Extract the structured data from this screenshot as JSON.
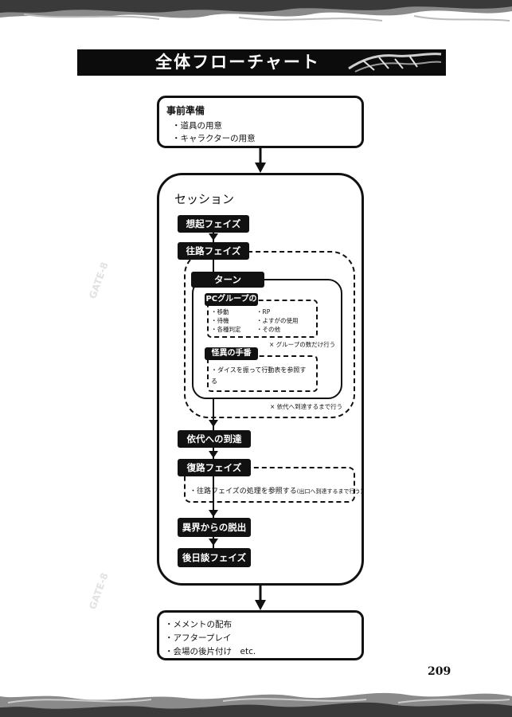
{
  "page": {
    "title": "全体フローチャート",
    "page_number": "209",
    "watermark": "GATE-8"
  },
  "prep": {
    "title": "事前準備",
    "items": [
      "・道具の用意",
      "・キャラクターの用意"
    ]
  },
  "session": {
    "label": "セッション",
    "recall_phase": "想起フェイズ",
    "outbound_phase": "往路フェイズ",
    "turn": "ターン",
    "pc_group": {
      "title": "PCグループの手番",
      "items": [
        "・移動",
        "・RP",
        "・待機",
        "・よすがの使用",
        "・各種判定",
        "・その他"
      ],
      "note": "× グループの数だけ行う"
    },
    "anomaly": {
      "title": "怪異の手番",
      "item_line1": "・ダイスを振って行動表を参照す",
      "item_line2": "る"
    },
    "outbound_note": "× 依代へ到達するまで行う",
    "arrival": "依代への到達",
    "return_phase": "復路フェイズ",
    "return_note_main": "・往路フェイズの処理を参照する",
    "return_note_sub": "(出口へ到達するまで行う)",
    "escape": "異界からの脱出",
    "epilogue": "後日談フェイズ"
  },
  "after": {
    "items": [
      "・メメントの配布",
      "・アフタープレイ",
      "・会場の後片付け　etc."
    ]
  }
}
